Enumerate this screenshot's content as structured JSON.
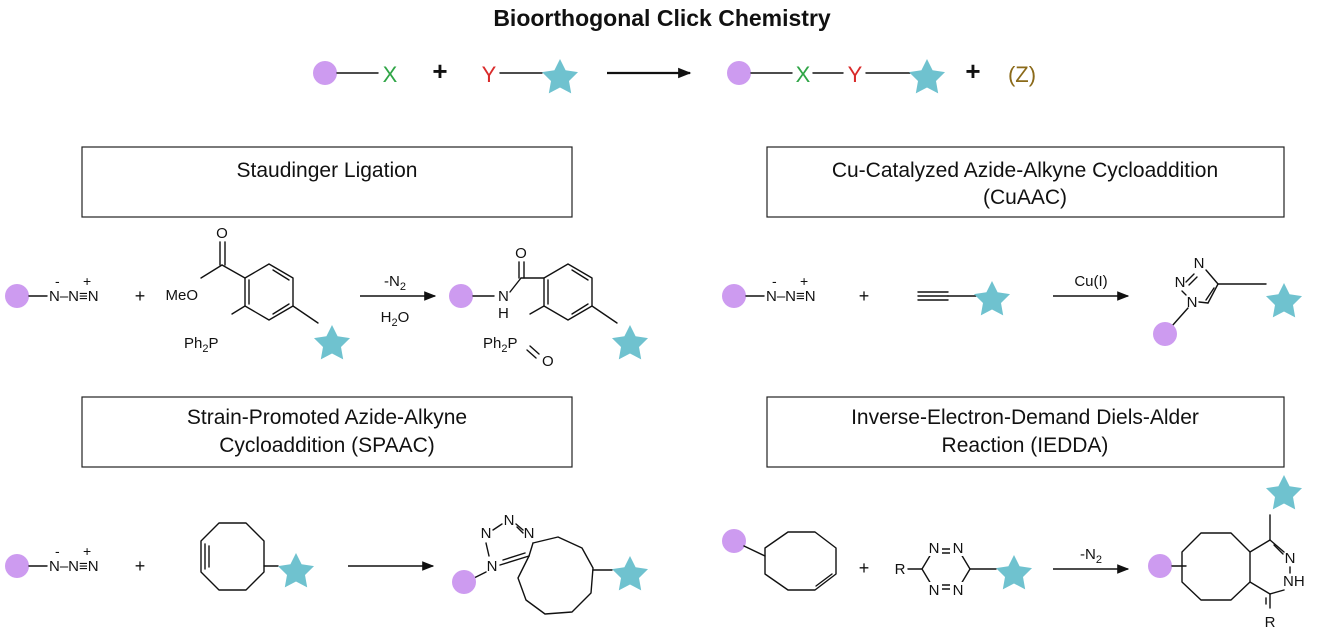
{
  "title": "Bioorthogonal Click Chemistry",
  "colors": {
    "purple": "#cd9bf0",
    "teal": "#6fc2cf",
    "green": "#2fa546",
    "red": "#d92b2b",
    "brown": "#8b6a1a"
  },
  "general": {
    "x": "X",
    "plus": "+",
    "y": "Y",
    "plus2": "+",
    "z": "(Z)"
  },
  "sections": {
    "staudinger": {
      "title_line1": "Staudinger Ligation",
      "title_line2": ""
    },
    "cuaac": {
      "title_line1": "Cu-Catalyzed Azide-Alkyne Cycloaddition",
      "title_line2": "(CuAAC)"
    },
    "spaac": {
      "title_line1": "Strain-Promoted Azide-Alkyne",
      "title_line2": "Cycloaddition (SPAAC)"
    },
    "iedda": {
      "title_line1": "Inverse-Electron-Demand Diels-Alder",
      "title_line2": "Reaction (IEDDA)"
    }
  },
  "labels": {
    "azide": "N–N≡N",
    "minus": "-",
    "plusc": "+",
    "plus": "+",
    "o": "O",
    "meo": "MeO",
    "ph2p_ph": "Ph",
    "ph2p_2": "2",
    "ph2p_p": "P",
    "n2_minus": "-N",
    "n2_sub": "2",
    "h2o_h": "H",
    "h2o_2": "2",
    "h2o_o": "O",
    "nh_n": "N",
    "nh_h": "H",
    "n": "N",
    "cu": "Cu(I)",
    "r": "R",
    "nh": "NH"
  }
}
